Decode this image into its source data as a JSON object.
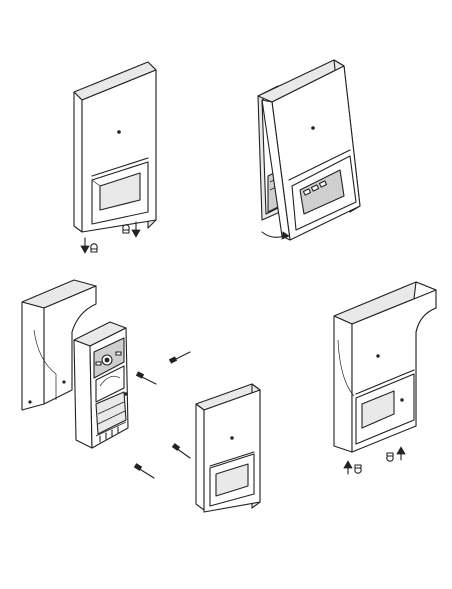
{
  "figure": {
    "panels": [
      {
        "id": "step-1",
        "description_icon": "panel-housing-front-icon"
      },
      {
        "id": "step-2",
        "description_icon": "panel-housing-tilt-icon"
      },
      {
        "id": "step-3",
        "description_icon": "panel-wall-mount-exploded-icon"
      },
      {
        "id": "step-4",
        "description_icon": "panel-assembled-icon"
      }
    ],
    "colors": {
      "stroke": "#222222",
      "fill": "#ffffff",
      "shade": "#e9e9e9",
      "dark": "#cfcfcf"
    }
  }
}
